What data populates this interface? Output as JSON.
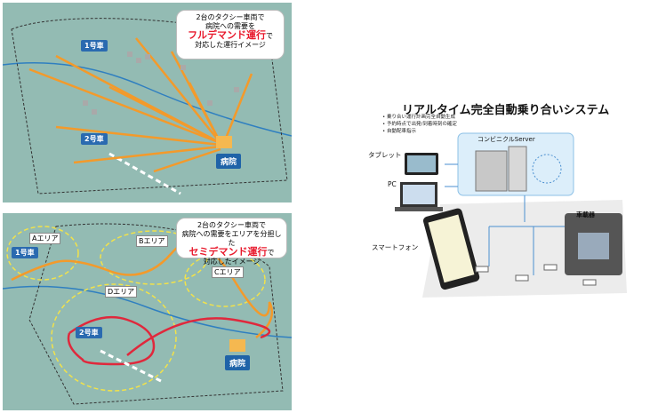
{
  "map1": {
    "callout_line1": "2台のタクシー車両で",
    "callout_line2": "病院への需要を",
    "callout_highlight": "フルデマンド運行",
    "callout_suffix": "で",
    "callout_line4": "対応した運行イメージ",
    "car1": "1号車",
    "car2": "2号車",
    "hospital": "病院"
  },
  "map2": {
    "callout_line1": "2台のタクシー車両で",
    "callout_line2": "病院への需要をエリアを分担した",
    "callout_highlight": "セミデマンド運行",
    "callout_suffix": "で",
    "callout_line4": "対応したイメージ",
    "car1": "1号車",
    "car2": "2号車",
    "hospital": "病院",
    "area_a": "Aエリア",
    "area_b": "Bエリア",
    "area_c": "Cエリア",
    "area_d": "Dエリア"
  },
  "system": {
    "title": "リアルタイム完全自動乗り合いシステム",
    "bullets": [
      "乗り合い運行計画完全自動生成",
      "予約時点で出発/到着時刻の確定",
      "自動配車指示"
    ],
    "server": "コンビニクルServer",
    "devices": [
      "タブレット",
      "PC",
      "スマートフォン"
    ],
    "car_device": "車載器"
  },
  "colors": {
    "route_orange": "#f39a2b",
    "route_red": "#e0283c",
    "area_yellow": "#f2e24a",
    "hospital_blue": "#1f63a8"
  }
}
